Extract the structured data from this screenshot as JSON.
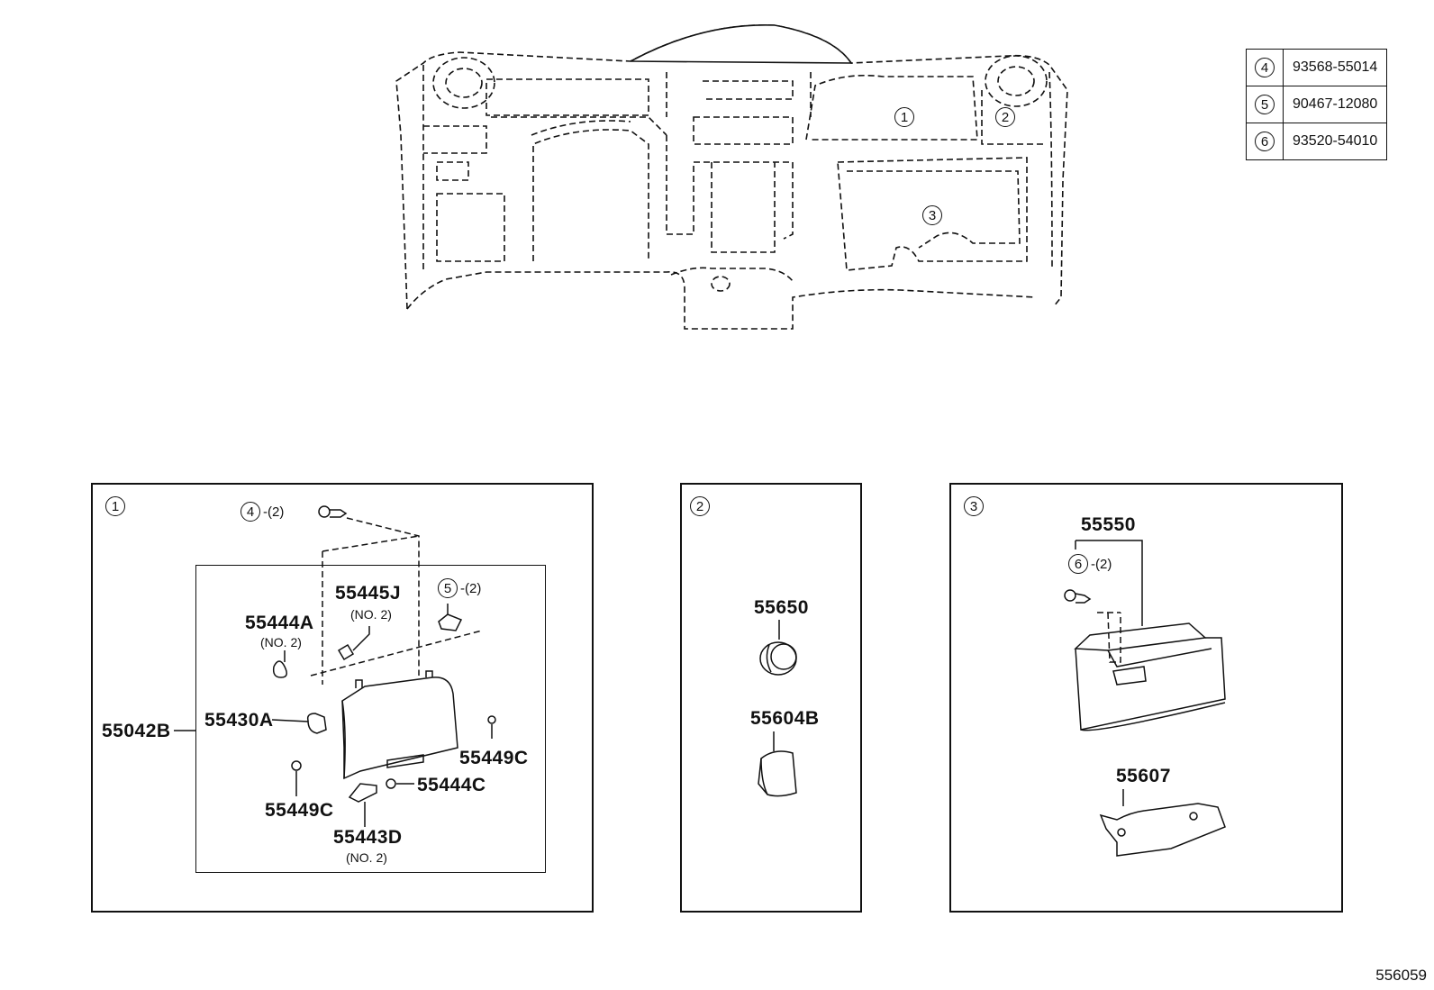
{
  "fasteners": [
    {
      "ref": "4",
      "part": "93568-55014"
    },
    {
      "ref": "5",
      "part": "90467-12080"
    },
    {
      "ref": "6",
      "part": "93520-54010"
    }
  ],
  "overview": {
    "callouts": [
      "1",
      "2",
      "3"
    ]
  },
  "panel1": {
    "ref": "1",
    "labels": {
      "p55445J": "55445J",
      "p55445J_note": "(NO. 2)",
      "p55444A": "55444A",
      "p55444A_note": "(NO. 2)",
      "p55042B": "55042B",
      "p55430A": "55430A",
      "p55449C_right": "55449C",
      "p55449C_left": "55449C",
      "p55444C": "55444C",
      "p55443D": "55443D",
      "p55443D_note": "(NO. 2)"
    },
    "fastener4": {
      "ref": "4",
      "qty": "-(2)"
    },
    "fastener5": {
      "ref": "5",
      "qty": "-(2)"
    }
  },
  "panel2": {
    "ref": "2",
    "labels": {
      "p55650": "55650",
      "p55604B": "55604B"
    }
  },
  "panel3": {
    "ref": "3",
    "labels": {
      "p55550": "55550",
      "p55607": "55607"
    },
    "fastener6": {
      "ref": "6",
      "qty": "-(2)"
    }
  },
  "figure_number": "556059"
}
